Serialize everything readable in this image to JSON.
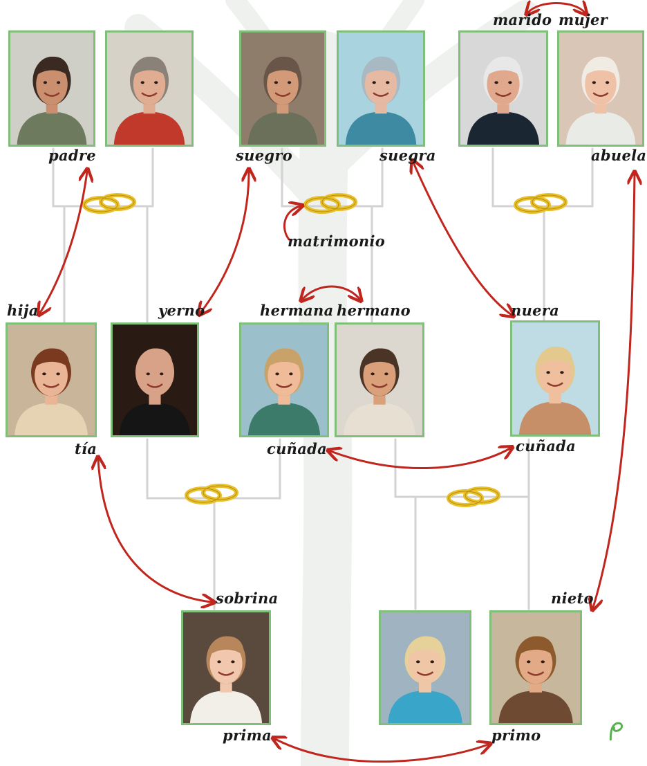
{
  "labels": {
    "padre": "padre",
    "suegro": "suegro",
    "suegra": "suegra",
    "marido": "marido",
    "mujer": "mujer",
    "abuela": "abuela",
    "matrimonio": "matrimonio",
    "hija": "hija",
    "yerno": "yerno",
    "hermana": "hermana",
    "hermano": "hermano",
    "nuera": "nuera",
    "tia": "tía",
    "cunada_left": "cuñada",
    "cunada_right": "cuñada",
    "sobrina": "sobrina",
    "nieto": "nieto",
    "prima": "prima",
    "primo": "primo"
  },
  "people": [
    {
      "id": "p1",
      "name": "older-man-photo",
      "skin": "#c98f6e",
      "hair": "#3a2a22",
      "shirt": "#6e7a5e",
      "bg": "#cfcfc8"
    },
    {
      "id": "p2",
      "name": "older-woman-photo",
      "skin": "#e1ad92",
      "hair": "#8a8278",
      "shirt": "#c0392b",
      "bg": "#d7d2c8"
    },
    {
      "id": "p3",
      "name": "suegro-photo",
      "skin": "#d29a78",
      "hair": "#6a5648",
      "shirt": "#6b705a",
      "bg": "#8e7d6a"
    },
    {
      "id": "p4",
      "name": "suegra-photo",
      "skin": "#e6b9a2",
      "hair": "#a9b9c4",
      "shirt": "#3f8aa3",
      "bg": "#a9d4df"
    },
    {
      "id": "p5",
      "name": "marido-photo",
      "skin": "#e0a98d",
      "hair": "#e8e8e8",
      "shirt": "#1b2633",
      "bg": "#d8d8d8"
    },
    {
      "id": "p6",
      "name": "abuela-photo",
      "skin": "#efc2a8",
      "hair": "#f0ece4",
      "shirt": "#e9ece6",
      "bg": "#d9c6b6"
    },
    {
      "id": "p7",
      "name": "hija-photo",
      "skin": "#e9b596",
      "hair": "#7a3a1f",
      "shirt": "#e6d3b3",
      "bg": "#c9b59a"
    },
    {
      "id": "p8",
      "name": "yerno-photo",
      "skin": "#d7a288",
      "hair": "#d7a288",
      "shirt": "#151515",
      "bg": "#2a1a14"
    },
    {
      "id": "p9",
      "name": "hermana-photo",
      "skin": "#efbb99",
      "hair": "#c9a26a",
      "shirt": "#3c7a6a",
      "bg": "#9bbfcb"
    },
    {
      "id": "p10",
      "name": "hermano-photo",
      "skin": "#d9a07a",
      "hair": "#4a3426",
      "shirt": "#e7dfd2",
      "bg": "#dcd8d0"
    },
    {
      "id": "p11",
      "name": "nuera-photo",
      "skin": "#efbf9e",
      "hair": "#e3c98e",
      "shirt": "#c78f68",
      "bg": "#bfdbe4"
    },
    {
      "id": "p12",
      "name": "sobrina-photo",
      "skin": "#f1c8ae",
      "hair": "#b7865a",
      "shirt": "#f2eee8",
      "bg": "#5a4a3e"
    },
    {
      "id": "p13",
      "name": "teen-girl-photo",
      "skin": "#efc6a6",
      "hair": "#e7d19a",
      "shirt": "#39a5c8",
      "bg": "#9fb4c0"
    },
    {
      "id": "p14",
      "name": "nieto-photo",
      "skin": "#e2aa86",
      "hair": "#8d5a2e",
      "shirt": "#6e4a32",
      "bg": "#c7b79c"
    }
  ],
  "colors": {
    "frame": "#7fbf7a",
    "arrow": "#c0261e",
    "connector": "#d3d3d3",
    "ring": "#e8c02a",
    "logo": "#58b04f"
  }
}
